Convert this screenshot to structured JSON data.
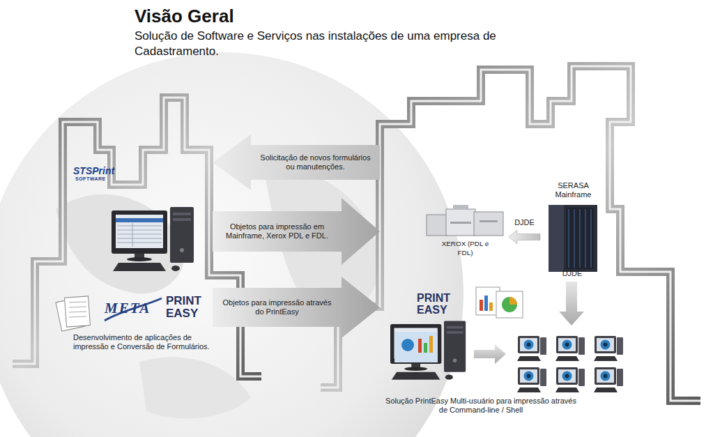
{
  "diagram": {
    "title": "Visão Geral",
    "caption": "Solução de Software e Serviços nas instalações de uma empresa de Cadastramento.",
    "nodes": [
      {
        "text": [
          "STSPrint",
          "SOFTWARE",
          "META",
          "PRINT EASY",
          "Desenvolvimento de aplicações de impressão e Conversão de Formulários."
        ]
      },
      {
        "text": [
          "PRINT EASY",
          "Solução PrintEasy Multi-usuário para impressão através de Command-line / Shell"
        ]
      },
      {
        "text": [
          "SERASA Mainframe"
        ],
        "in": 1
      },
      {
        "text": [
          "XEROX (PDL e FDL)"
        ],
        "in": 1
      }
    ],
    "edges": [
      {
        "from": 1,
        "to": 0,
        "arrow": "to",
        "label": "Solicitação de novos formulários ou manutenções."
      },
      {
        "from": 0,
        "to": 1,
        "arrow": "to",
        "label": "Objetos para impressão em Mainframe, Xerox PDL e FDL."
      },
      {
        "from": 0,
        "to": 1,
        "arrow": "to",
        "label": "Objetos para impressão através do PrintEasy"
      },
      {
        "from": 2,
        "to": 3,
        "arrow": "to",
        "label": "DJDE"
      }
    ],
    "labels": [
      "DJDE"
    ]
  }
}
